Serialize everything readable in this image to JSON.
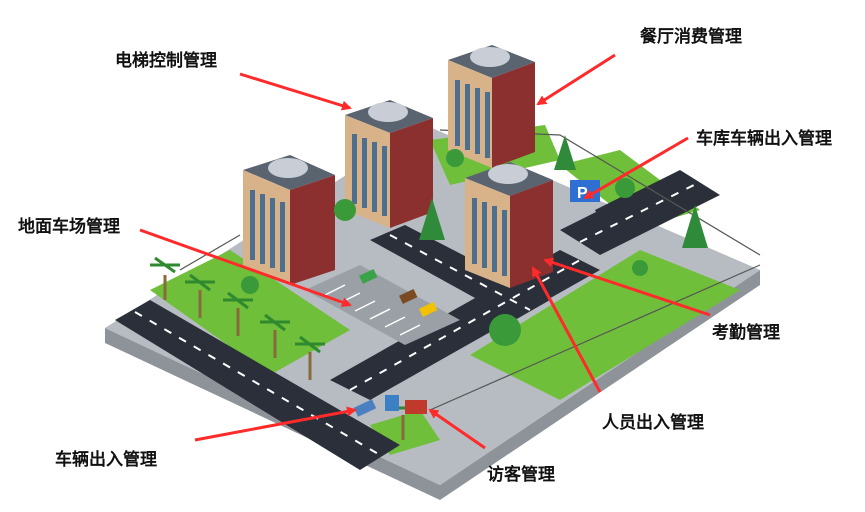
{
  "labels": {
    "elevator": "电梯控制管理",
    "restaurant": "餐厅消费管理",
    "garage": "车库车辆出入管理",
    "ground_parking": "地面车场管理",
    "attendance": "考勤管理",
    "personnel": "人员出入管理",
    "vehicle_access": "车辆出入管理",
    "visitor": "访客管理"
  },
  "parking_sign": "P",
  "colors": {
    "arrow": "#ff2a2a",
    "road": "#2a2f3a",
    "grass": "#6fbf3a",
    "brick": "#8b2f2f",
    "facade": "#d8b38a",
    "window": "#4c6e8f"
  }
}
